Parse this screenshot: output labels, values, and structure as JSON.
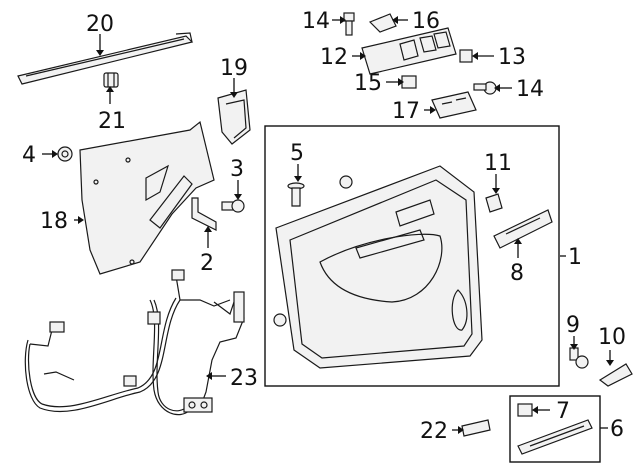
{
  "callouts": [
    {
      "id": "c1",
      "text": "1"
    },
    {
      "id": "c2",
      "text": "2"
    },
    {
      "id": "c3",
      "text": "3"
    },
    {
      "id": "c4",
      "text": "4"
    },
    {
      "id": "c5",
      "text": "5"
    },
    {
      "id": "c6",
      "text": "6"
    },
    {
      "id": "c7",
      "text": "7"
    },
    {
      "id": "c8",
      "text": "8"
    },
    {
      "id": "c9",
      "text": "9"
    },
    {
      "id": "c10",
      "text": "10"
    },
    {
      "id": "c11",
      "text": "11"
    },
    {
      "id": "c12",
      "text": "12"
    },
    {
      "id": "c13",
      "text": "13"
    },
    {
      "id": "c14a",
      "text": "14"
    },
    {
      "id": "c14b",
      "text": "14"
    },
    {
      "id": "c15",
      "text": "15"
    },
    {
      "id": "c16",
      "text": "16"
    },
    {
      "id": "c17",
      "text": "17"
    },
    {
      "id": "c18",
      "text": "18"
    },
    {
      "id": "c19",
      "text": "19"
    },
    {
      "id": "c20",
      "text": "20"
    },
    {
      "id": "c21",
      "text": "21"
    },
    {
      "id": "c22",
      "text": "22"
    },
    {
      "id": "c23",
      "text": "23"
    }
  ]
}
